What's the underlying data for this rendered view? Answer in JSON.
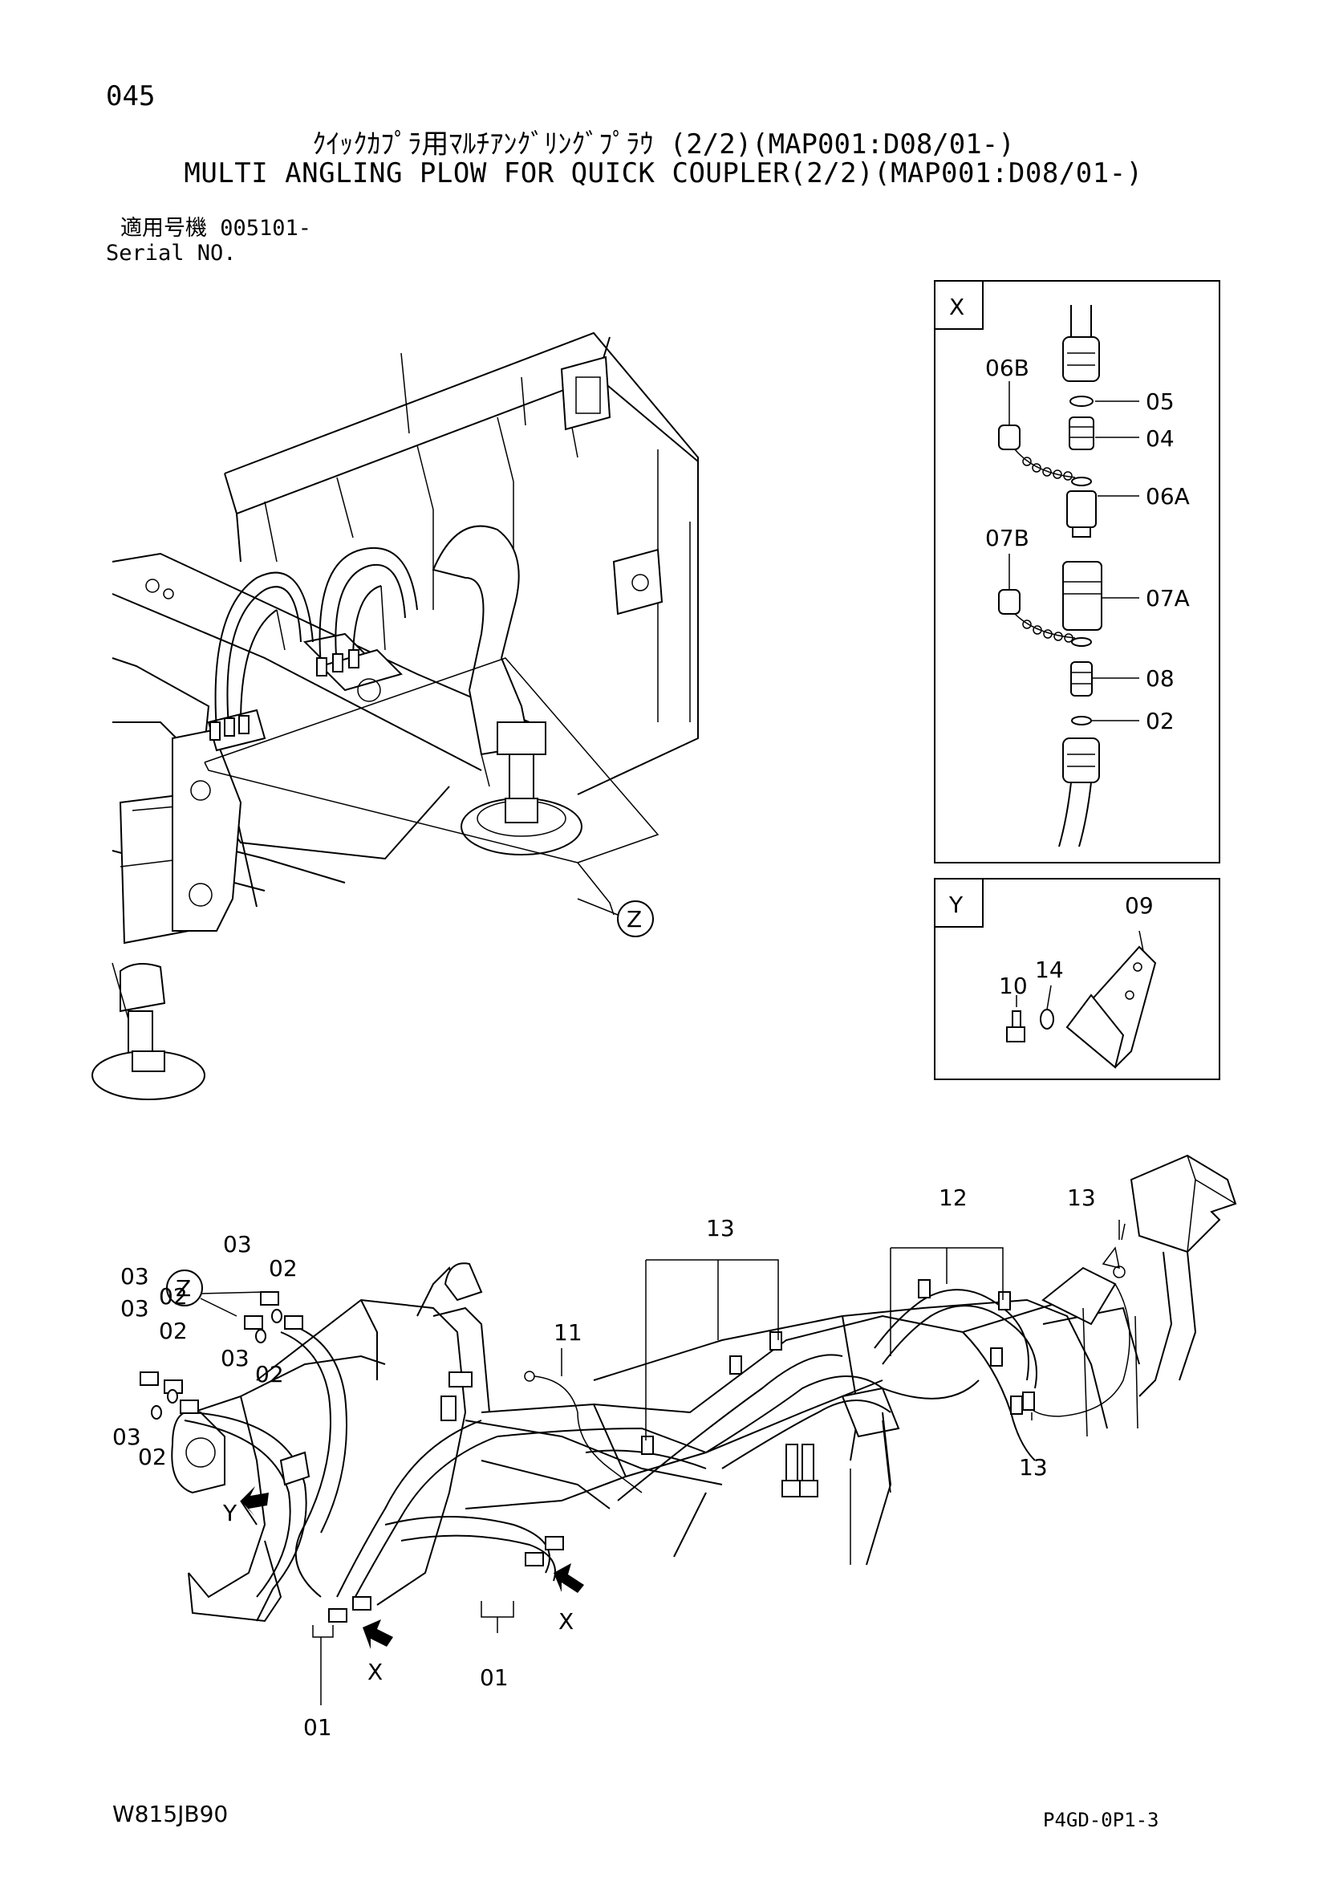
{
  "header": {
    "page_number": "045",
    "title_jp": "ｸｲｯｸｶﾌﾟﾗ用ﾏﾙﾁｱﾝｸﾞﾘﾝｸﾞﾌﾟﾗｳ (2/2)(MAP001:D08/01-)",
    "title_en": "MULTI ANGLING PLOW FOR QUICK COUPLER(2/2)(MAP001:D08/01-)",
    "serial_label_jp": "適用号機 005101-",
    "serial_label_en": "Serial NO."
  },
  "footer": {
    "drawing_code": "W815JB90",
    "page_code": "P4GD-0P1-3"
  },
  "detail_x": {
    "label": "X",
    "parts": [
      "06B",
      "05",
      "04",
      "06A",
      "07B",
      "07A",
      "08",
      "02"
    ]
  },
  "detail_y": {
    "label": "Y",
    "parts": [
      "09",
      "14",
      "10"
    ]
  },
  "callout_z": "Z",
  "main_view": {
    "view_markers": {
      "z": "Z",
      "y": "Y",
      "x": "X"
    },
    "part_labels": [
      "03",
      "02",
      "03",
      "02",
      "03",
      "02",
      "03",
      "02",
      "03",
      "02",
      "11",
      "13",
      "12",
      "13",
      "13",
      "01",
      "01"
    ]
  }
}
